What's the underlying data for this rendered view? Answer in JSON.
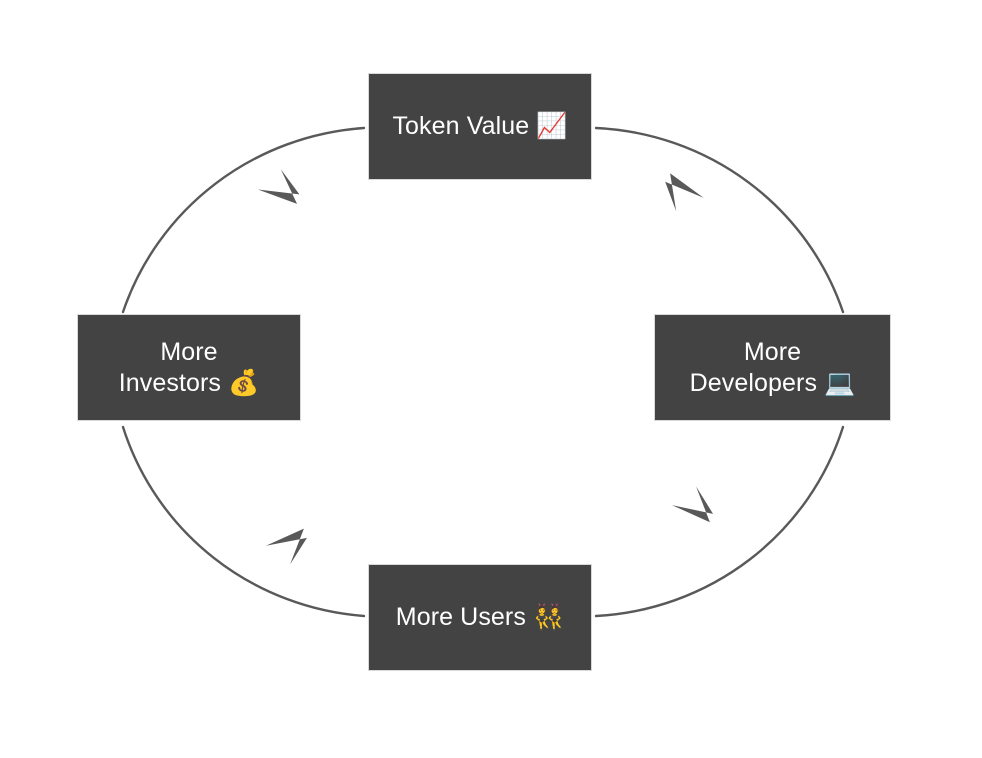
{
  "diagram": {
    "type": "cycle",
    "direction": "clockwise",
    "background_color": "#ffffff",
    "node_fill_color": "#434343",
    "node_border_color": "#d9d9d9",
    "node_text_color": "#ffffff",
    "arc_color": "#595959",
    "arrow_color": "#595959",
    "nodes": [
      {
        "id": "token-value",
        "label": "Token Value 📈",
        "emoji": "📈",
        "emoji_name": "chart-increasing-icon",
        "position": "top"
      },
      {
        "id": "developers",
        "label": "More\nDevelopers 💻",
        "emoji": "💻",
        "emoji_name": "laptop-icon",
        "position": "right"
      },
      {
        "id": "users",
        "label": "More Users 👯",
        "emoji": "👯",
        "emoji_name": "people-with-bunny-ears-icon",
        "position": "bottom"
      },
      {
        "id": "investors",
        "label": "More\nInvestors 💰",
        "emoji": "💰",
        "emoji_name": "money-bag-icon",
        "position": "left"
      }
    ],
    "edges": [
      {
        "id": "token-value-to-developers",
        "from": "token-value",
        "to": "developers",
        "arrow_name": "arrow-top-right"
      },
      {
        "id": "developers-to-users",
        "from": "developers",
        "to": "users",
        "arrow_name": "arrow-bottom-right"
      },
      {
        "id": "users-to-investors",
        "from": "users",
        "to": "investors",
        "arrow_name": "arrow-bottom-left"
      },
      {
        "id": "investors-to-token-value",
        "from": "investors",
        "to": "token-value",
        "arrow_name": "arrow-top-left"
      }
    ]
  }
}
